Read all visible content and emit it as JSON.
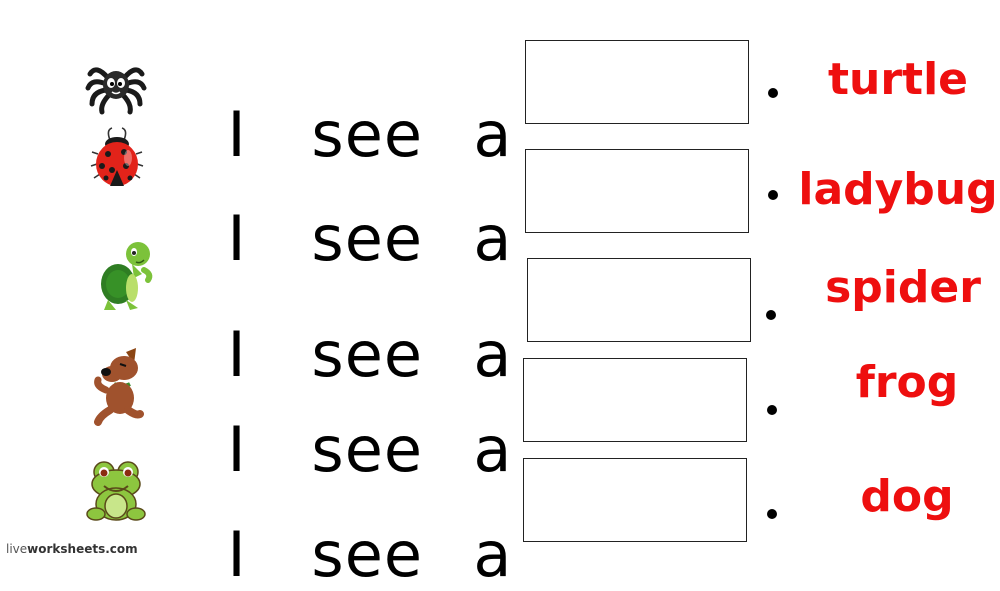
{
  "worksheet": {
    "sentence_parts": [
      "I",
      "see",
      "a"
    ],
    "rows": [
      {
        "animal": "spider",
        "icon": "spider-icon",
        "input_value": "",
        "punctuation": "."
      },
      {
        "animal": "ladybug",
        "icon": "ladybug-icon",
        "input_value": "",
        "punctuation": "."
      },
      {
        "animal": "turtle",
        "icon": "turtle-icon",
        "input_value": "",
        "punctuation": "."
      },
      {
        "animal": "dog",
        "icon": "dog-icon",
        "input_value": "",
        "punctuation": "."
      },
      {
        "animal": "frog",
        "icon": "frog-icon",
        "input_value": "",
        "punctuation": "."
      }
    ],
    "word_bank": [
      "turtle",
      "ladybug",
      "spider",
      "frog",
      "dog"
    ],
    "word_bank_color": "#ee0f0f"
  },
  "footer": {
    "brand_light": "live",
    "brand_bold": "worksheets.com"
  }
}
